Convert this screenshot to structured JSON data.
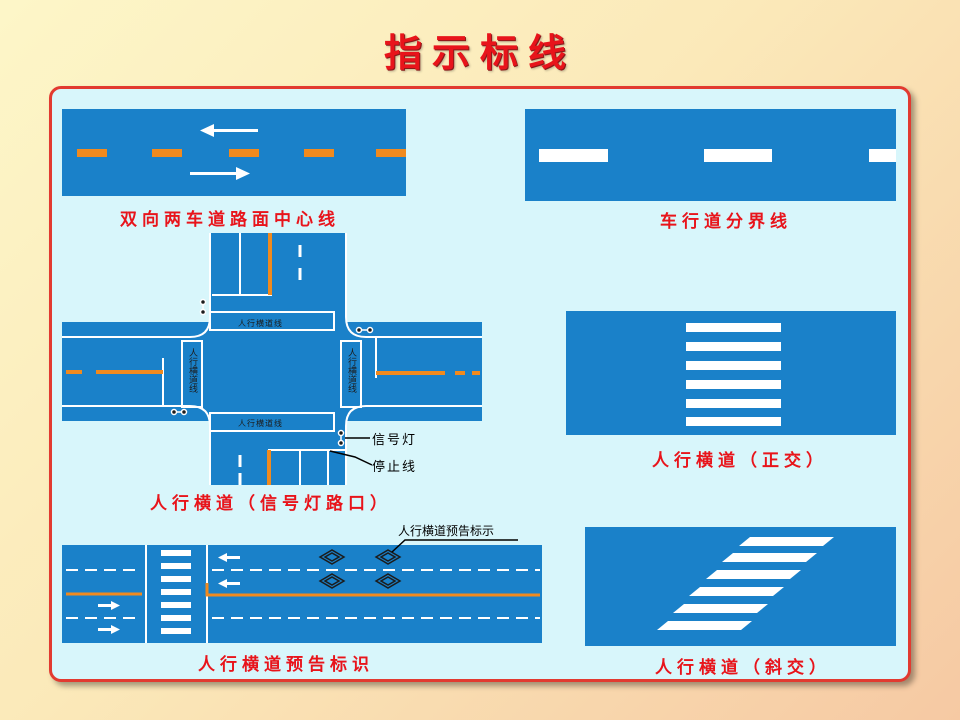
{
  "title": "指示标线",
  "panels": {
    "center_line": {
      "caption": "双向两车道路面中心线"
    },
    "lane_divider": {
      "caption": "车行道分界线"
    },
    "signal_intersection": {
      "caption": "人行横道（信号灯路口）",
      "crosswalk_label": "人行横道线",
      "callout_signal": "信号灯",
      "callout_stop": "停止线"
    },
    "crosswalk_orthogonal": {
      "caption": "人行横道（正交）"
    },
    "crosswalk_warning": {
      "caption": "人行横道预告标识",
      "callout": "人行横道预告标示"
    },
    "crosswalk_oblique": {
      "caption": "人行横道（斜交）"
    }
  },
  "colors": {
    "road": "#1a81c9",
    "center_line": "#f08a1e",
    "marking": "#ffffff",
    "caption": "#e8141b",
    "frame": "#e23a30",
    "panel_bg": "#d8f6fb"
  },
  "icons": [
    "arrow-left-icon",
    "arrow-right-icon",
    "signal-light-icon",
    "diamond-warning-icon"
  ]
}
